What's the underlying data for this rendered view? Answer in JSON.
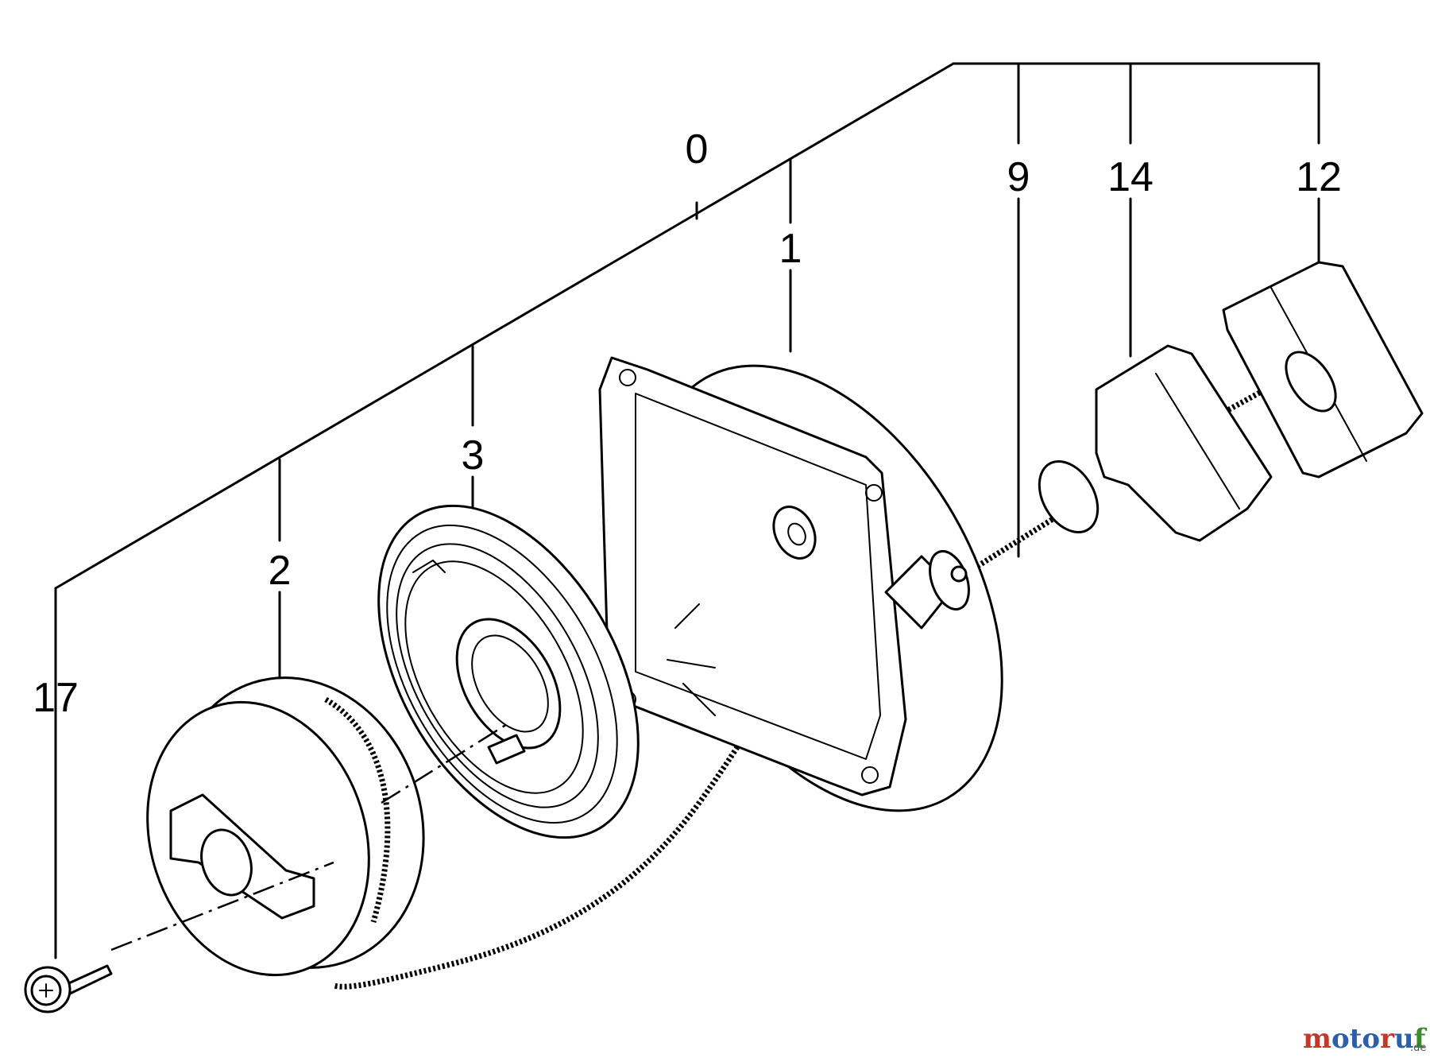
{
  "diagram": {
    "labels": {
      "assembly": "0",
      "housing": "1",
      "pulley": "2",
      "spring": "3",
      "rope": "9",
      "handle_grip": "14",
      "handle_cover": "12",
      "screw": "17"
    }
  },
  "watermark": {
    "brand": "motoruf",
    "suffix": ".de",
    "colors": {
      "m": "#c0392b",
      "o1": "#2c5fa8",
      "t": "#2c5fa8",
      "o2": "#2c5fa8",
      "r": "#c0392b",
      "u": "#2c5fa8",
      "f": "#3a8a2e"
    }
  }
}
